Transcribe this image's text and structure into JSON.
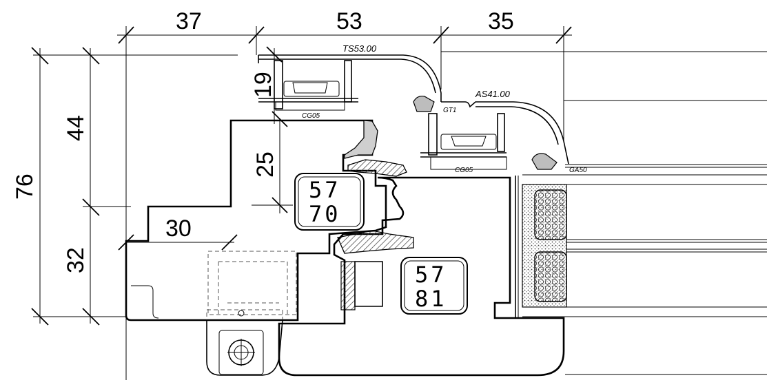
{
  "dimensions": {
    "top": [
      "37",
      "53",
      "35"
    ],
    "left_total": "76",
    "left_upper": "44",
    "left_lower": "32",
    "inner_19": "19",
    "inner_25": "25",
    "inner_30": "30"
  },
  "profile_labels": {
    "ts": "TS53.00",
    "as": "AS41.00",
    "cg05_upper": "CG05",
    "cg05_lower": "CG05",
    "gt1": "GT1",
    "ga50": "GA50"
  },
  "code_boxes": [
    {
      "line1": "57",
      "line2": "70"
    },
    {
      "line1": "57",
      "line2": "81"
    }
  ],
  "colors": {
    "line": "#000000",
    "background": "#ffffff",
    "gasket": "#9a9a9a",
    "insulation": "#d8d8d8"
  }
}
